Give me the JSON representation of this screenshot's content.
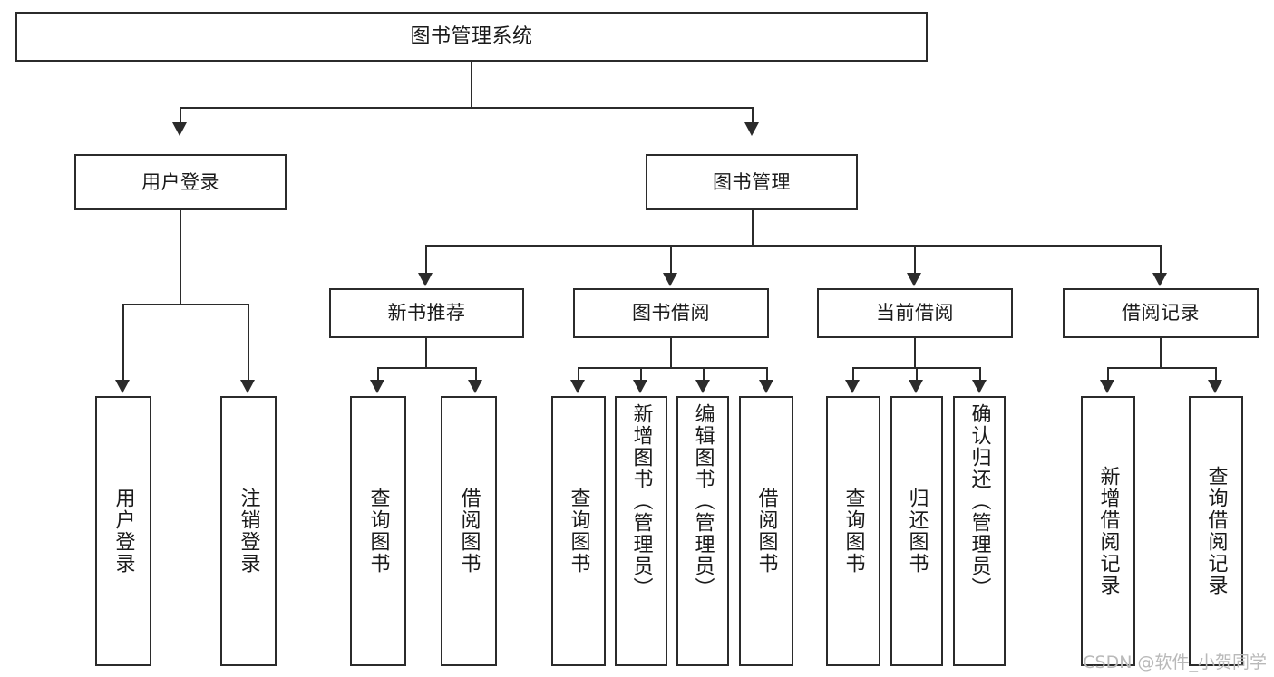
{
  "diagram": {
    "title": "图书管理系统",
    "watermark": "CSDN @软件_小贺同学",
    "root": {
      "label": "图书管理系统"
    },
    "level2": [
      {
        "id": "user-login",
        "label": "用户登录"
      },
      {
        "id": "book-manage",
        "label": "图书管理"
      }
    ],
    "level3": [
      {
        "id": "new-book-recommend",
        "label": "新书推荐"
      },
      {
        "id": "book-borrow",
        "label": "图书借阅"
      },
      {
        "id": "current-borrow",
        "label": "当前借阅"
      },
      {
        "id": "borrow-record",
        "label": "借阅记录"
      }
    ],
    "leaves": {
      "user_login": [
        {
          "id": "leaf-user-login",
          "label": "用户登录"
        },
        {
          "id": "leaf-logout-login",
          "label": "注销登录"
        }
      ],
      "new_book_recommend": [
        {
          "id": "leaf-query-book-1",
          "label": "查询图书"
        },
        {
          "id": "leaf-borrow-book-1",
          "label": "借阅图书"
        }
      ],
      "book_borrow": [
        {
          "id": "leaf-query-book-2",
          "label": "查询图书"
        },
        {
          "id": "leaf-add-book",
          "label": "新增图书（管理员）"
        },
        {
          "id": "leaf-edit-book",
          "label": "编辑图书（管理员）"
        },
        {
          "id": "leaf-borrow-book-2",
          "label": "借阅图书"
        }
      ],
      "current_borrow": [
        {
          "id": "leaf-query-book-3",
          "label": "查询图书"
        },
        {
          "id": "leaf-return-book",
          "label": "归还图书"
        },
        {
          "id": "leaf-confirm-return",
          "label": "确认归还（管理员）"
        }
      ],
      "borrow_record": [
        {
          "id": "leaf-add-record",
          "label": "新增借阅记录"
        },
        {
          "id": "leaf-query-record",
          "label": "查询借阅记录"
        }
      ]
    },
    "colors": {
      "stroke": "#2b2b2b",
      "fill": "#ffffff",
      "text": "#1a1a1a",
      "watermark": "#b9b9b9"
    }
  }
}
